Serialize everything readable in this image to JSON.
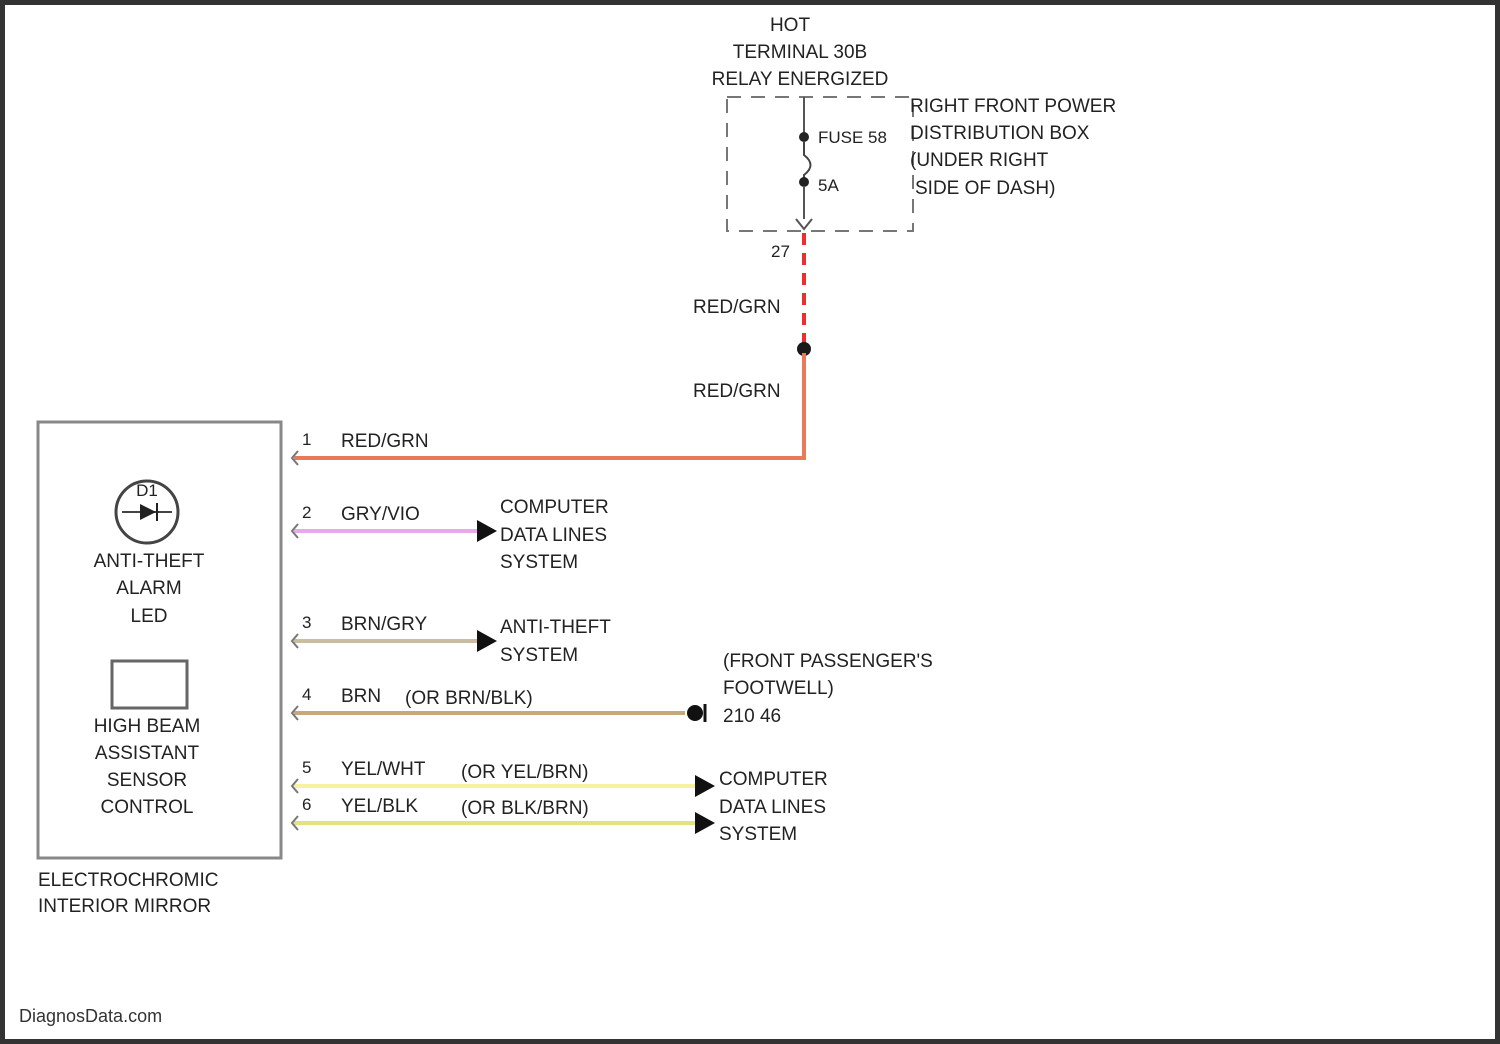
{
  "power_source": {
    "hot_label_lines": [
      "HOT",
      "TERMINAL 30B",
      "RELAY ENERGIZED"
    ],
    "fuse_label": "FUSE 58",
    "fuse_rating": "5A",
    "connector_pin": "27",
    "box_label_lines": [
      "RIGHT FRONT POWER",
      "DISTRIBUTION BOX",
      "(UNDER RIGHT",
      "SIDE OF DASH)"
    ]
  },
  "feed_wires": {
    "upper": "RED/GRN",
    "lower": "RED/GRN"
  },
  "module": {
    "name_lines": [
      "ELECTROCHROMIC",
      "INTERIOR MIRROR"
    ],
    "led_symbol_label": "D1",
    "led_label_lines": [
      "ANTI-THEFT",
      "ALARM",
      "LED"
    ],
    "sensor_label_lines": [
      "HIGH BEAM",
      "ASSISTANT",
      "SENSOR",
      "CONTROL"
    ]
  },
  "circuits": [
    {
      "pin": "1",
      "wire": "RED/GRN",
      "alt": "",
      "destination_lines": []
    },
    {
      "pin": "2",
      "wire": "GRY/VIO",
      "alt": "",
      "destination_lines": [
        "COMPUTER",
        "DATA LINES",
        "SYSTEM"
      ]
    },
    {
      "pin": "3",
      "wire": "BRN/GRY",
      "alt": "",
      "destination_lines": [
        "ANTI-THEFT",
        "SYSTEM"
      ]
    },
    {
      "pin": "4",
      "wire": "BRN",
      "alt": "(OR BRN/BLK)",
      "destination_lines": [
        "(FRONT PASSENGER'S",
        "FOOTWELL)",
        "210 46"
      ]
    },
    {
      "pin": "5",
      "wire": "YEL/WHT",
      "alt": "(OR YEL/BRN)",
      "destination_lines": []
    },
    {
      "pin": "6",
      "wire": "YEL/BLK",
      "alt": "(OR BLK/BRN)",
      "destination_lines": [
        "COMPUTER",
        "DATA LINES",
        "SYSTEM"
      ]
    }
  ],
  "wire_colors": {
    "red_grn": "#e87a5a",
    "red_dash": "#e83030",
    "gry_vio": "#e9a8ee",
    "brn_gry": "#c9bea0",
    "brn": "#c6a77e",
    "yel_wht": "#f6f2a0",
    "yel_blk": "#e2e37e"
  },
  "watermark": "DiagnosData.com"
}
